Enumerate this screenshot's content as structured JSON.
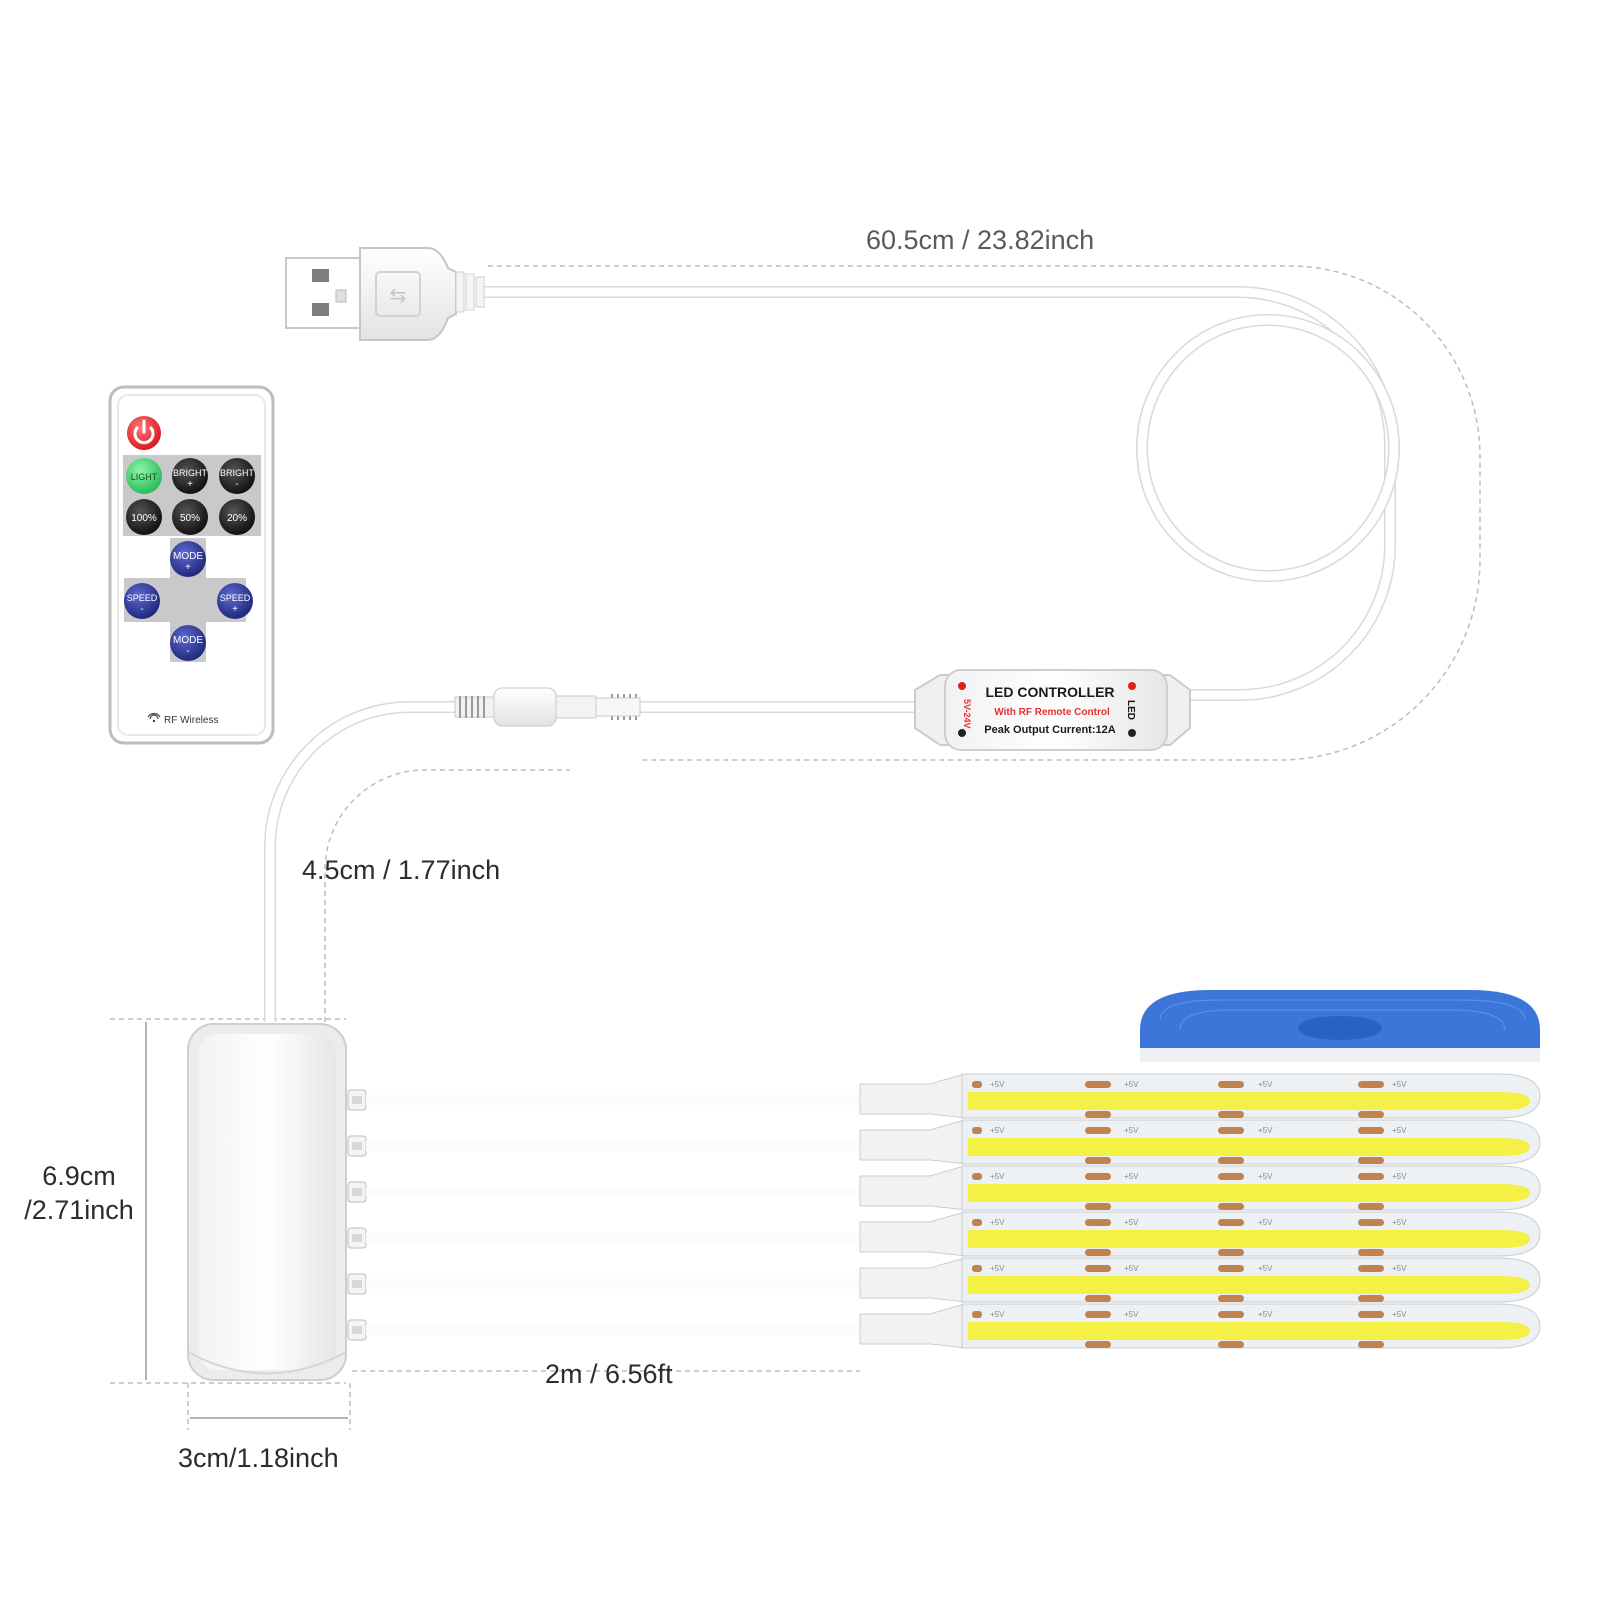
{
  "dimensions": {
    "usb_cable_length": "60.5cm / 23.82inch",
    "splitter_cable_length": "4.5cm / 1.77inch",
    "splitter_height_cm": "6.9cm",
    "splitter_height_inch": "/2.71inch",
    "splitter_width": "3cm/1.18inch",
    "strip_length": "2m / 6.56ft"
  },
  "remote": {
    "power_icon": "power-icon",
    "buttons": [
      "LIGHT",
      "BRIGHT",
      "BRIGHT",
      "100%",
      "50%",
      "20%",
      "MODE",
      "SPEED",
      "SPEED",
      "MODE"
    ],
    "button_signs": [
      "+",
      "-",
      "+",
      "-",
      "+",
      "-"
    ],
    "footer": "RF Wireless"
  },
  "controller": {
    "title": "LED CONTROLLER",
    "subtitle": "With RF Remote Control",
    "rating": "Peak Output Current:12A",
    "input_label": "5V-24V",
    "output_label": "LED"
  },
  "strip": {
    "pad_label": "+5V",
    "strip_count": 6
  },
  "colors": {
    "led_yellow": "#f4f046",
    "remote_green": "#3fe07a",
    "power_red": "#e8333a",
    "dpad_blue": "#2d3a98",
    "reel_blue": "#3b74d8",
    "pad_copper": "#c0824f"
  }
}
